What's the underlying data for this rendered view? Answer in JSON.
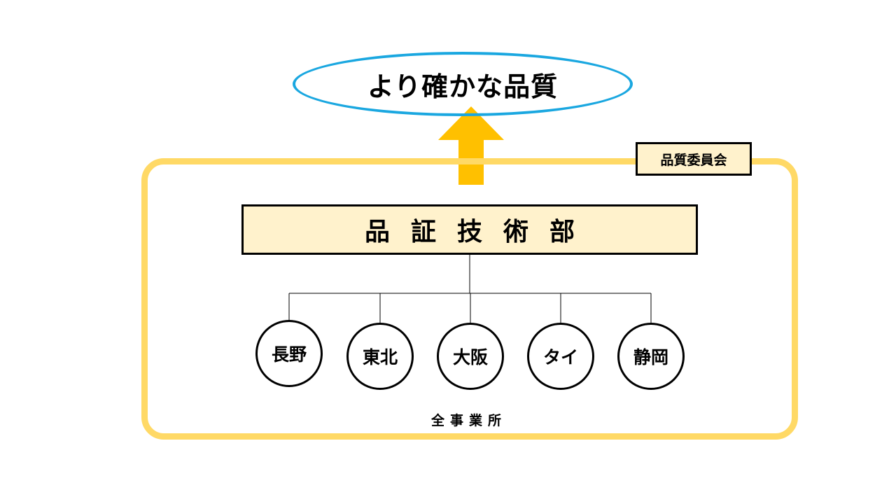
{
  "goal": {
    "label": "より確かな品質"
  },
  "committee": {
    "label": "品質委員会"
  },
  "department": {
    "label": "品証技術部"
  },
  "sites": [
    {
      "label": "長野"
    },
    {
      "label": "東北"
    },
    {
      "label": "大阪"
    },
    {
      "label": "タイ"
    },
    {
      "label": "静岡"
    }
  ],
  "scope": {
    "label": "全事業所"
  },
  "colors": {
    "goal_outline": "#1aa7e0",
    "arrow": "#ffc000",
    "committee_frame": "#ffd966",
    "box_fill": "#fff2cc"
  }
}
